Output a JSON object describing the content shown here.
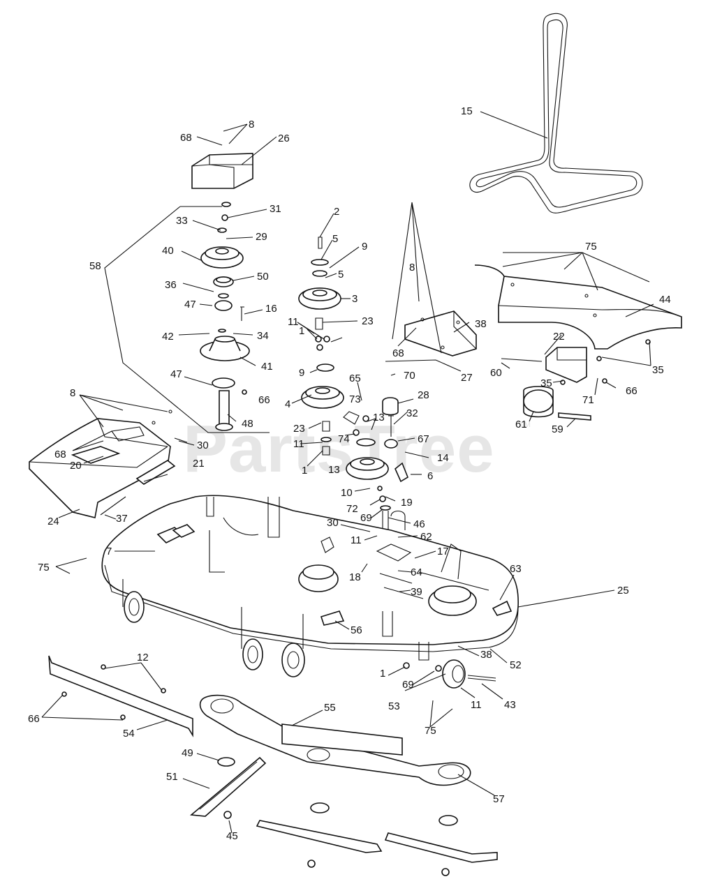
{
  "watermark": {
    "brand": "PartsTree",
    "trademark": "TM"
  },
  "callouts": [
    {
      "label": "15"
    },
    {
      "label": "8"
    },
    {
      "label": "68"
    },
    {
      "label": "26"
    },
    {
      "label": "31"
    },
    {
      "label": "33"
    },
    {
      "label": "29"
    },
    {
      "label": "2"
    },
    {
      "label": "5"
    },
    {
      "label": "9"
    },
    {
      "label": "5"
    },
    {
      "label": "40"
    },
    {
      "label": "50"
    },
    {
      "label": "36"
    },
    {
      "label": "47"
    },
    {
      "label": "16"
    },
    {
      "label": "3"
    },
    {
      "label": "23"
    },
    {
      "label": "11"
    },
    {
      "label": "1"
    },
    {
      "label": "42"
    },
    {
      "label": "34"
    },
    {
      "label": "41"
    },
    {
      "label": "47"
    },
    {
      "label": "66"
    },
    {
      "label": "48"
    },
    {
      "label": "58"
    },
    {
      "label": "9"
    },
    {
      "label": "4"
    },
    {
      "label": "65"
    },
    {
      "label": "73"
    },
    {
      "label": "28"
    },
    {
      "label": "13"
    },
    {
      "label": "32"
    },
    {
      "label": "23"
    },
    {
      "label": "74"
    },
    {
      "label": "67"
    },
    {
      "label": "11"
    },
    {
      "label": "1"
    },
    {
      "label": "13"
    },
    {
      "label": "14"
    },
    {
      "label": "6"
    },
    {
      "label": "10"
    },
    {
      "label": "72"
    },
    {
      "label": "19"
    },
    {
      "label": "69"
    },
    {
      "label": "46"
    },
    {
      "label": "30"
    },
    {
      "label": "62"
    },
    {
      "label": "11"
    },
    {
      "label": "17"
    },
    {
      "label": "18"
    },
    {
      "label": "64"
    },
    {
      "label": "39"
    },
    {
      "label": "63"
    },
    {
      "label": "25"
    },
    {
      "label": "8"
    },
    {
      "label": "68"
    },
    {
      "label": "38"
    },
    {
      "label": "27"
    },
    {
      "label": "70"
    },
    {
      "label": "75"
    },
    {
      "label": "44"
    },
    {
      "label": "22"
    },
    {
      "label": "60"
    },
    {
      "label": "35"
    },
    {
      "label": "35"
    },
    {
      "label": "71"
    },
    {
      "label": "66"
    },
    {
      "label": "61"
    },
    {
      "label": "59"
    },
    {
      "label": "8"
    },
    {
      "label": "68"
    },
    {
      "label": "20"
    },
    {
      "label": "30"
    },
    {
      "label": "21"
    },
    {
      "label": "24"
    },
    {
      "label": "37"
    },
    {
      "label": "7"
    },
    {
      "label": "75"
    },
    {
      "label": "56"
    },
    {
      "label": "38"
    },
    {
      "label": "52"
    },
    {
      "label": "1"
    },
    {
      "label": "69"
    },
    {
      "label": "53"
    },
    {
      "label": "11"
    },
    {
      "label": "43"
    },
    {
      "label": "75"
    },
    {
      "label": "12"
    },
    {
      "label": "66"
    },
    {
      "label": "54"
    },
    {
      "label": "55"
    },
    {
      "label": "49"
    },
    {
      "label": "51"
    },
    {
      "label": "45"
    },
    {
      "label": "57"
    }
  ]
}
